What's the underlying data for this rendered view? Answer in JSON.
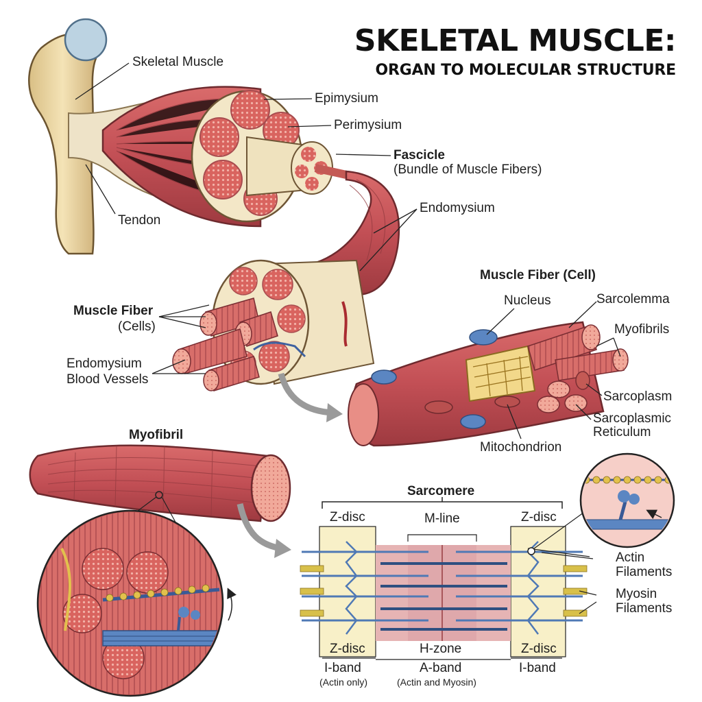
{
  "title": "SKELETAL MUSCLE:",
  "subtitle": "ORGAN TO MOLECULAR STRUCTURE",
  "labels": {
    "skeletal_muscle": "Skeletal Muscle",
    "tendon": "Tendon",
    "epimysium": "Epimysium",
    "perimysium": "Perimysium",
    "fascicle": "Fascicle",
    "fascicle_sub": "(Bundle of Muscle Fibers)",
    "endomysium": "Endomysium",
    "muscle_fiber": "Muscle Fiber",
    "muscle_fiber_sub": "(Cells)",
    "endomysium_bv_1": "Endomysium",
    "endomysium_bv_2": "Blood Vessels",
    "muscle_fiber_cell": "Muscle Fiber (Cell)",
    "nucleus": "Nucleus",
    "sarcolemma": "Sarcolemma",
    "myofibrils": "Myofibrils",
    "sarcoplasm": "Sarcoplasm",
    "sr_1": "Sarcoplasmic",
    "sr_2": "Reticulum",
    "mitochondrion": "Mitochondrion",
    "myofibril": "Myofibril",
    "sarcomere": "Sarcomere",
    "z_disc": "Z-disc",
    "m_line": "M-line",
    "h_zone": "H-zone",
    "actin_1": "Actin",
    "actin_2": "Filaments",
    "myosin_1": "Myosin",
    "myosin_2": "Filaments",
    "i_band": "I-band",
    "i_band_sub": "(Actin only)",
    "a_band": "A-band",
    "a_band_sub": "(Actin and Myosin)"
  },
  "colors": {
    "muscle": "#c8555a",
    "muscle_light": "#e49a93",
    "bone": "#ecd9a8",
    "connective": "#f1e6c9",
    "actin": "#4f79b5",
    "myosin_head": "#d8c04a",
    "z_band": "#f8f0c8"
  }
}
